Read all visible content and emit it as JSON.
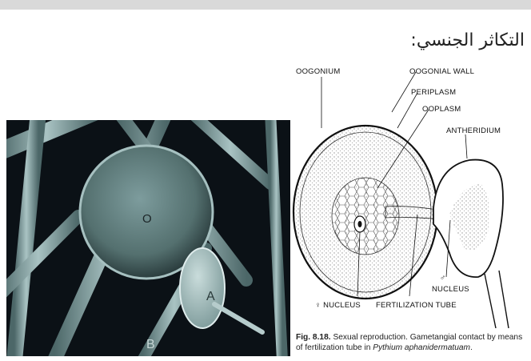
{
  "heading": "التكاثر الجنسي:",
  "photo": {
    "label_o": "O",
    "label_a": "A",
    "label_b": "B"
  },
  "diagram": {
    "labels": {
      "oogonium": "OOGONIUM",
      "oogonial_wall": "OOGONIAL WALL",
      "periplasm": "PERIPLASM",
      "ooplasm": "OOPLASM",
      "antheridium": "ANTHERIDIUM",
      "female_nucleus": "♀ NUCLEUS",
      "fertilization_tube": "FERTILIZATION TUBE",
      "male_symbol": "♂",
      "male_nucleus": "NUCLEUS"
    }
  },
  "caption": {
    "figure_number": "Fig. 8.18.",
    "text_part1": "Sexual reproduction. Gametangial contact by means of fertilization tube in",
    "species": "Pythium aphanidermatuam",
    "end": "."
  }
}
